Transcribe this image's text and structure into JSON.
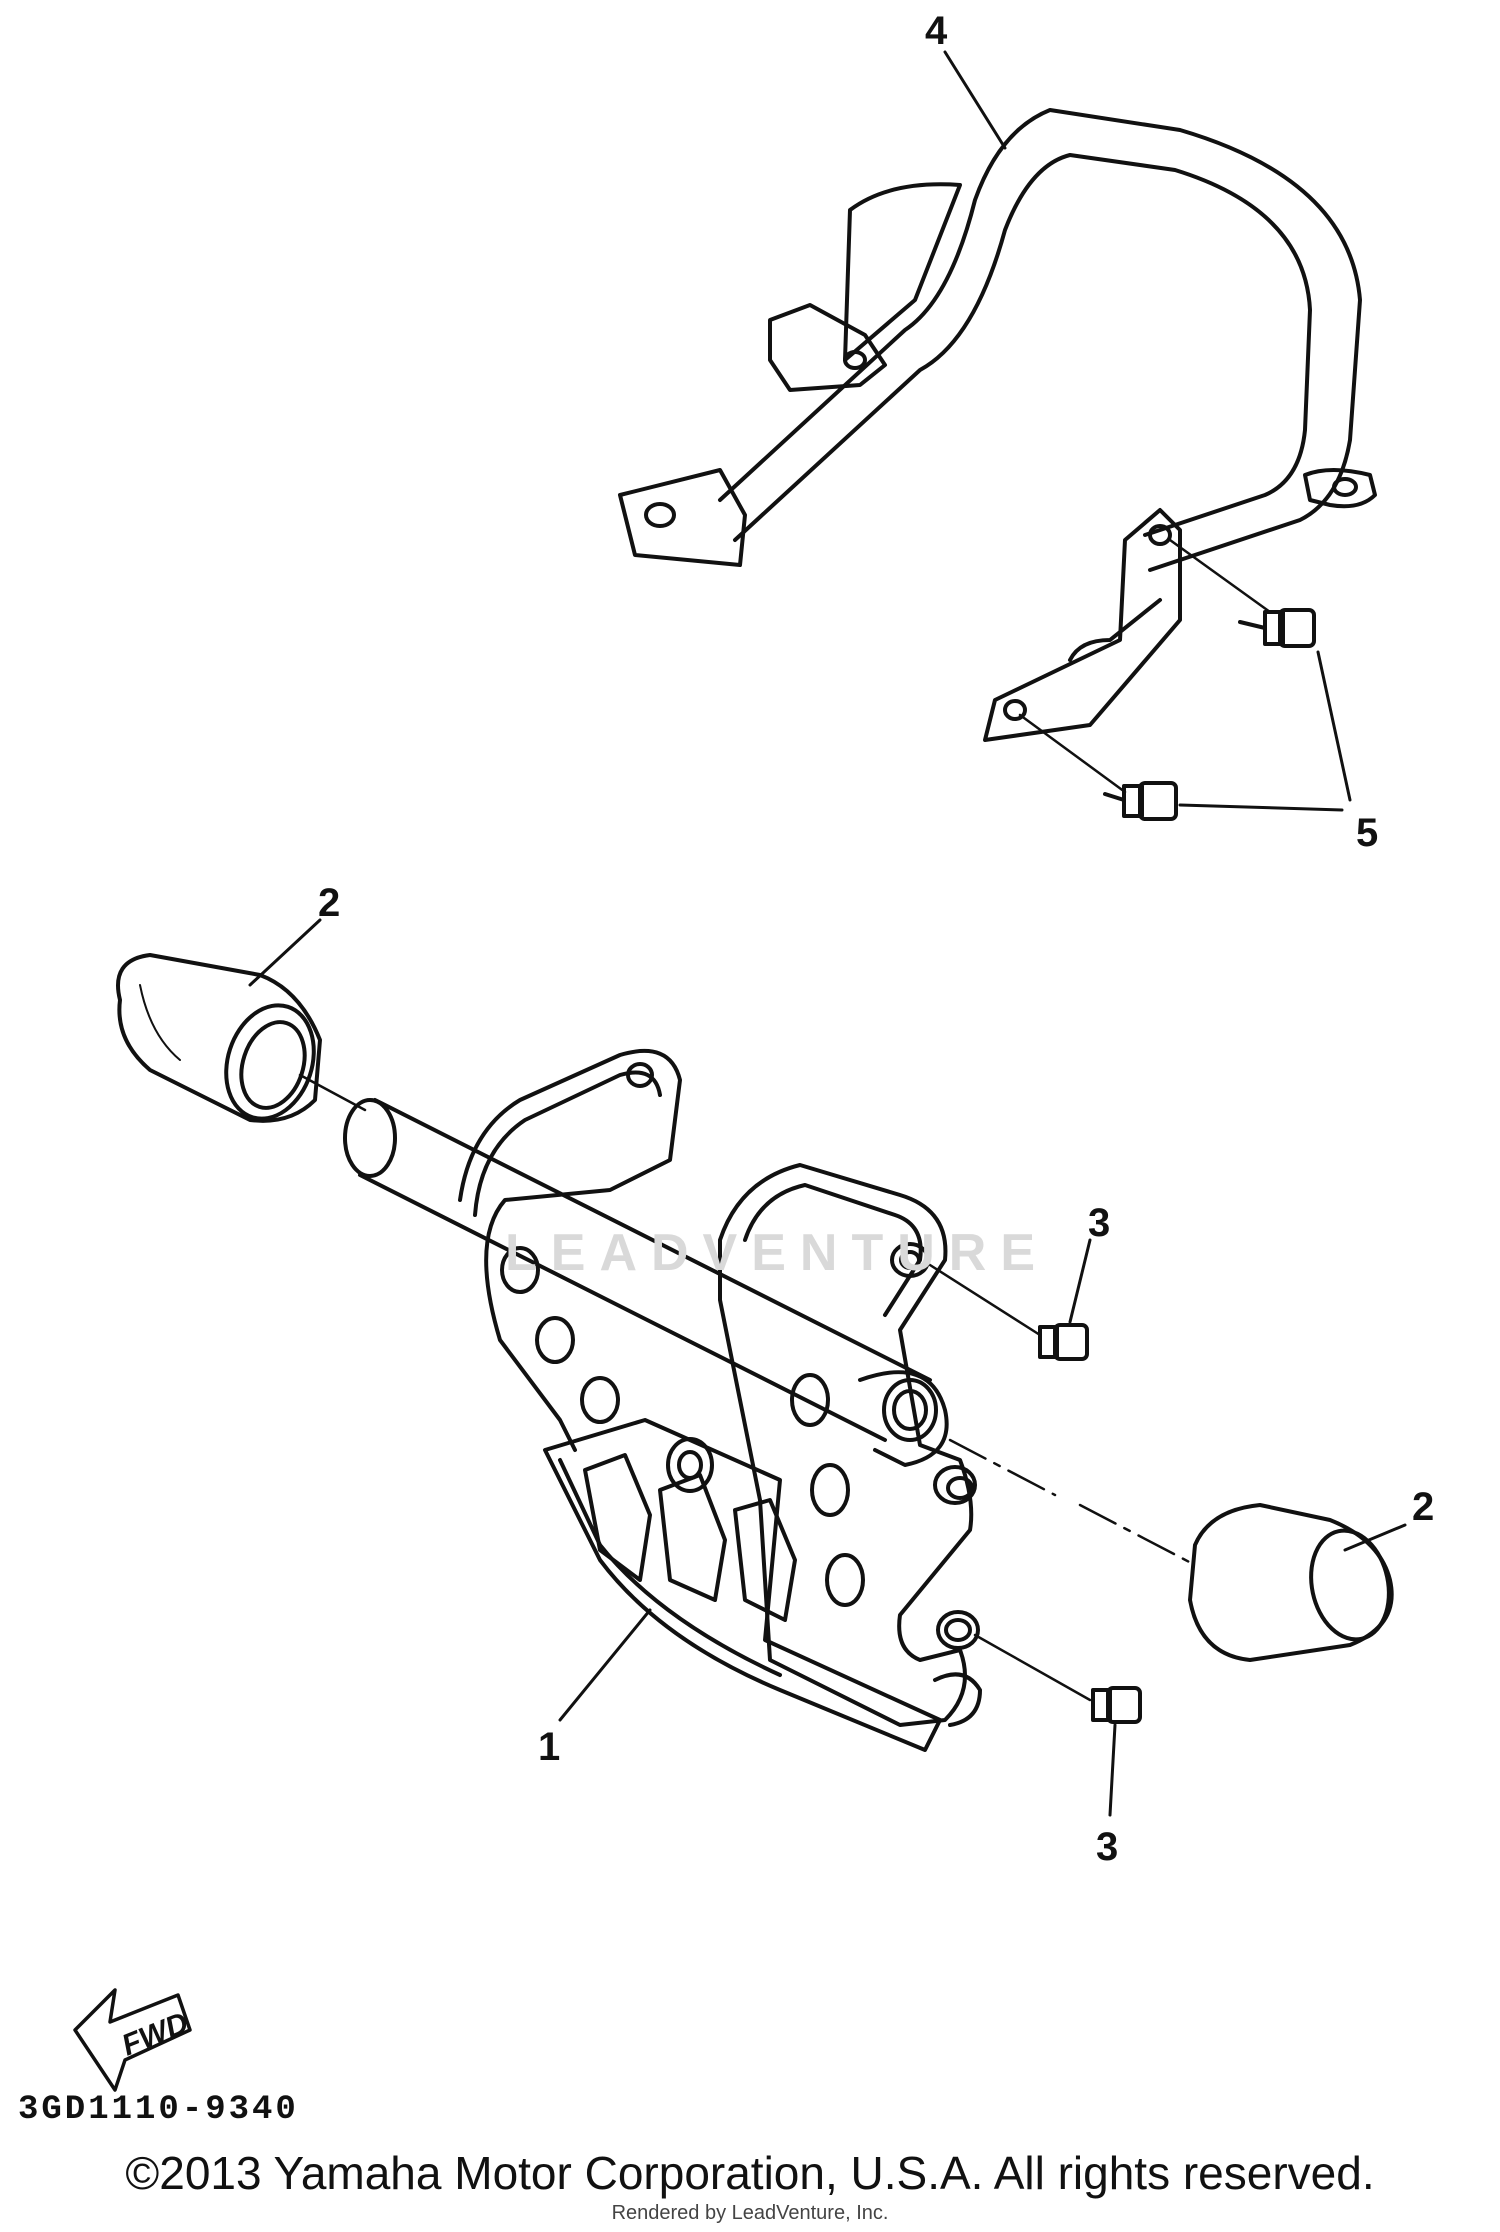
{
  "callouts": {
    "c1": "1",
    "c2a": "2",
    "c2b": "2",
    "c3a": "3",
    "c3b": "3",
    "c4": "4",
    "c5": "5"
  },
  "fwd_label": "FWD",
  "diagram_code": "3GD1110-9340",
  "watermark": "LEADVENTURE",
  "copyright": "©2013 Yamaha Motor Corporation, U.S.A. All rights reserved.",
  "rendered_by": "Rendered by LeadVenture, Inc."
}
